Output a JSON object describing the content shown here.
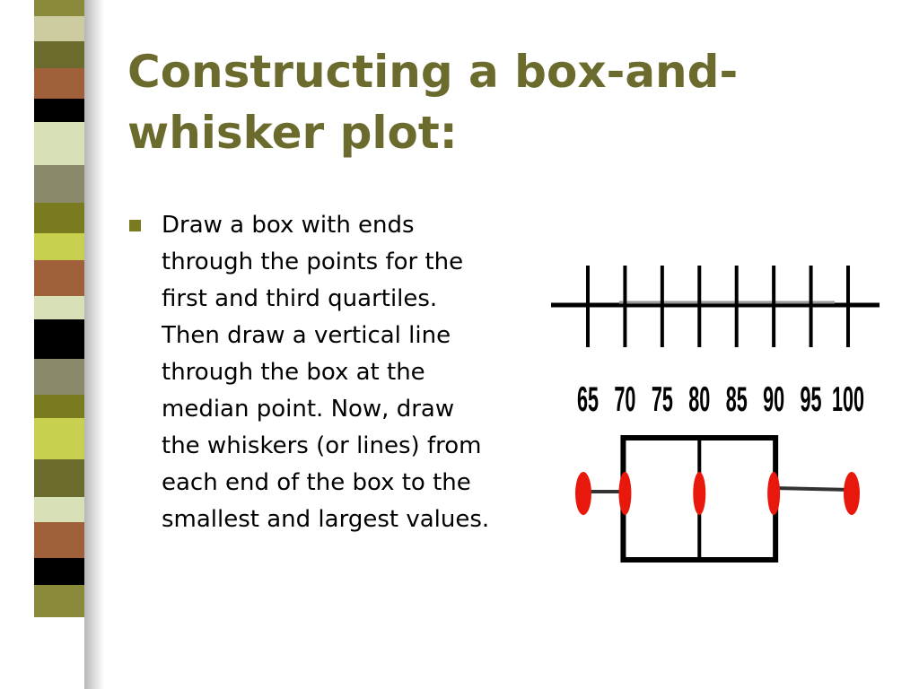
{
  "slide": {
    "title": "Constructing a box-and-whisker plot:",
    "bullets": [
      "Draw a box with ends through the points for the first and third quartiles.  Then draw a vertical line through the box at the median point.  Now, draw the whiskers (or lines) from each end of the box to the smallest and largest values."
    ],
    "stripe_colors": [
      "#8a8a3a",
      "#cccca0",
      "#6b6b2e",
      "#a0603a",
      "#000000",
      "#d8e0b8",
      "#8a8a6a",
      "#7a7a1e",
      "#c8d050",
      "#a0603a",
      "#d8e0b8",
      "#000000",
      "#8a8a6a",
      "#7a7a1e",
      "#c8d050",
      "#6b6b2e",
      "#d8e0b8",
      "#a0603a",
      "#000000",
      "#8a8a3a"
    ],
    "stripe_heights": [
      18,
      28,
      30,
      34,
      26,
      48,
      42,
      34,
      30,
      40,
      26,
      44,
      40,
      26,
      46,
      42,
      28,
      40,
      30,
      36
    ],
    "colors": {
      "title": "#6b6b2e",
      "bullet": "#7a7a1e",
      "marker": "#e8180c"
    }
  },
  "diagram": {
    "number_line_ticks": [
      65,
      70,
      75,
      80,
      85,
      90,
      95,
      100
    ],
    "box_plot": {
      "min": 65,
      "q1": 70,
      "median": 80,
      "q3": 90,
      "max": 100
    }
  }
}
